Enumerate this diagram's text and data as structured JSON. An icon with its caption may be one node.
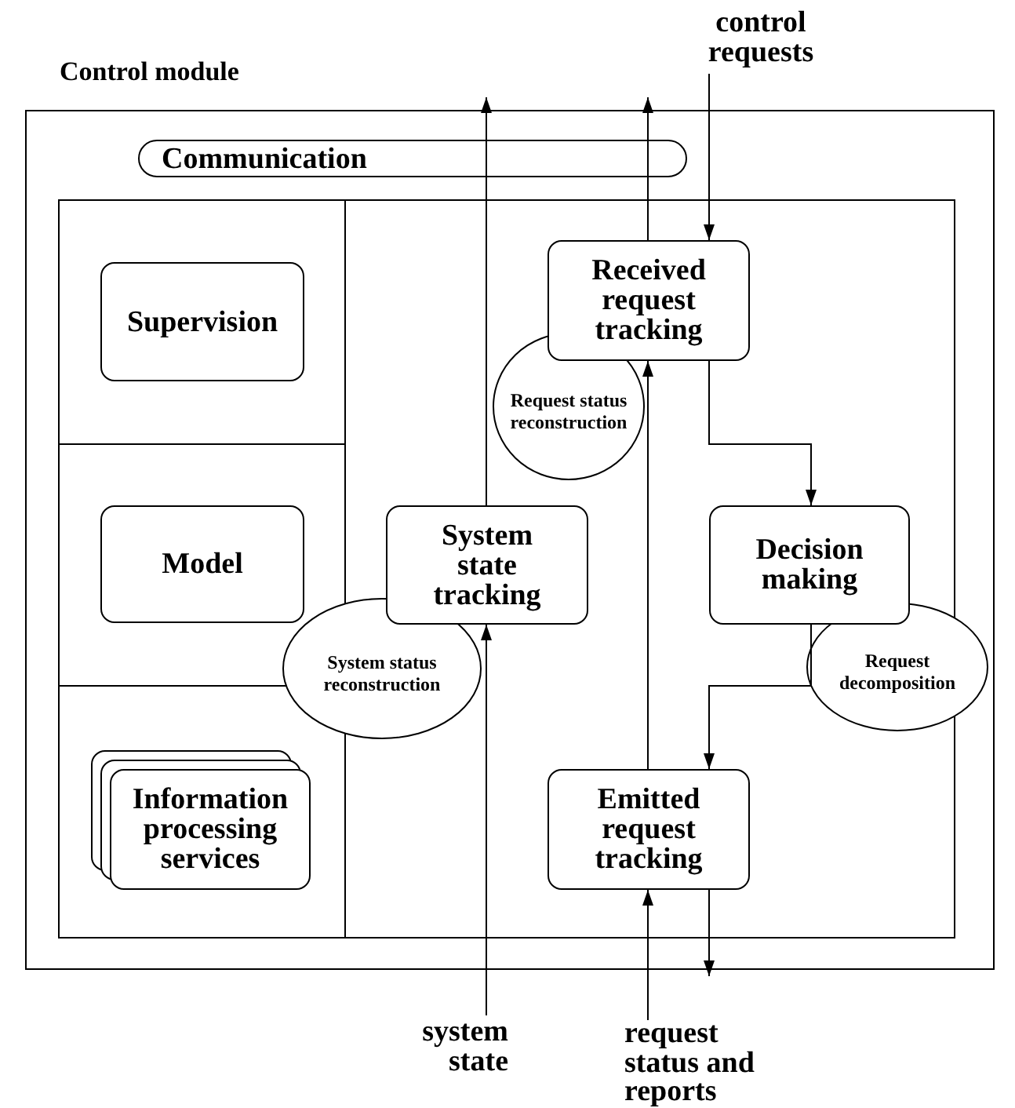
{
  "diagram": {
    "nodes": [
      {
        "text": [
          "Control module"
        ]
      },
      {
        "text": [
          "Communication"
        ],
        "in": 0
      },
      {
        "text": [
          "Supervision"
        ],
        "in": 0
      },
      {
        "text": [
          "Model"
        ],
        "in": 0
      },
      {
        "text": [
          "Information processing services"
        ],
        "in": 0
      },
      {
        "text": [
          "control requests"
        ]
      },
      {
        "text": [
          "Received request tracking"
        ],
        "in": 0
      },
      {
        "text": [
          "Request status reconstruction"
        ],
        "in": 0
      },
      {
        "text": [
          "System state tracking"
        ],
        "in": 0
      },
      {
        "text": [
          "Decision making"
        ],
        "in": 0
      },
      {
        "text": [
          "System status reconstruction"
        ],
        "in": 0
      },
      {
        "text": [
          "Request decomposition"
        ],
        "in": 0
      },
      {
        "text": [
          "Emitted request tracking"
        ],
        "in": 0
      },
      {
        "text": [
          "system state"
        ]
      },
      {
        "text": [
          "request status and reports"
        ]
      }
    ],
    "edges": [
      {
        "from": 5,
        "to": 6,
        "arrow": "to"
      },
      {
        "from": 8,
        "to": null,
        "arrow": "to"
      },
      {
        "from": 6,
        "to": null,
        "arrow": "to"
      },
      {
        "from": 13,
        "to": 8,
        "arrow": "to"
      },
      {
        "from": 6,
        "to": 9,
        "arrow": "to"
      },
      {
        "from": 9,
        "to": 12,
        "arrow": "to"
      },
      {
        "from": 12,
        "to": null,
        "arrow": "to"
      },
      {
        "from": 14,
        "to": 12,
        "arrow": "to"
      },
      {
        "from": 12,
        "to": 6,
        "arrow": "to"
      }
    ]
  }
}
